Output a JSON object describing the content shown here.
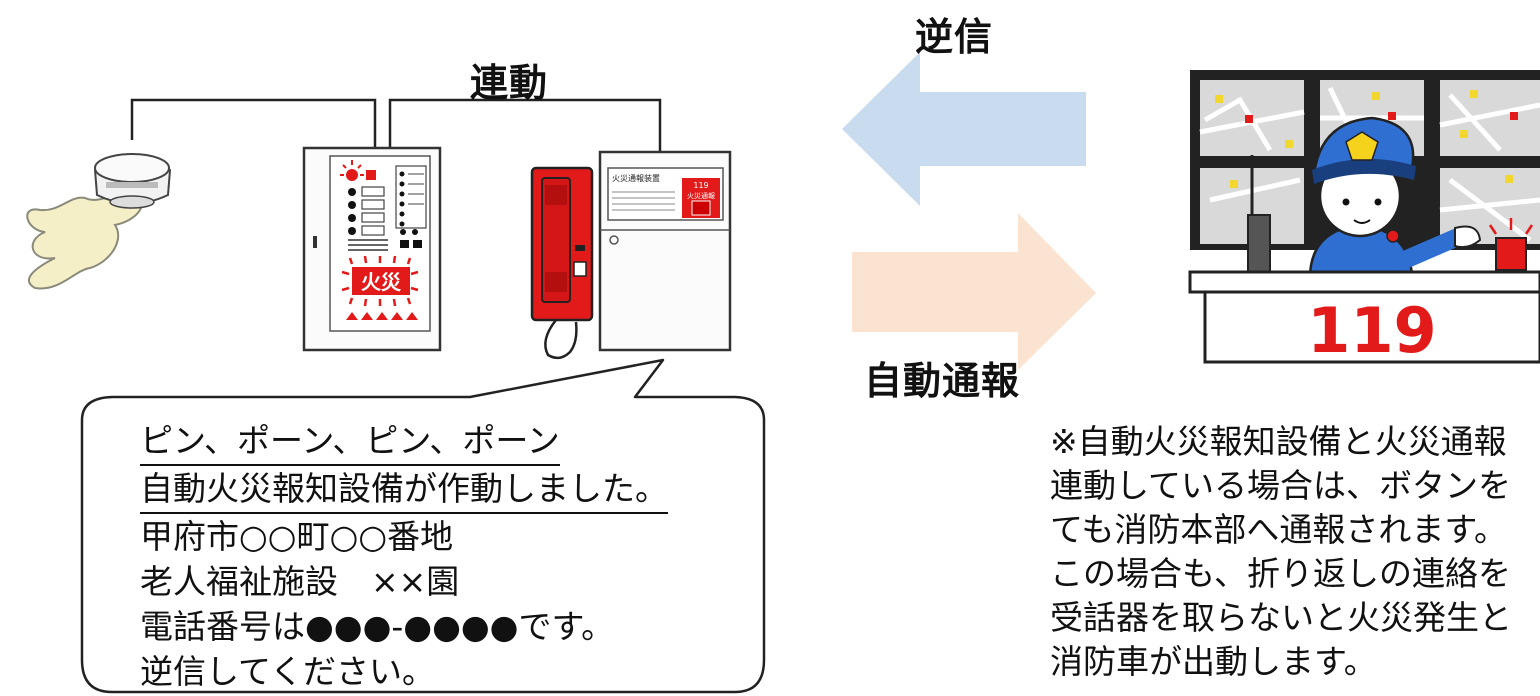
{
  "labels": {
    "interlock": "連動",
    "reverse": "逆信",
    "auto_report": "自動通報"
  },
  "panel": {
    "fire_label": "火災"
  },
  "notifier": {
    "title": "火災通報装置",
    "button_number": "119",
    "button_label": "火災通報"
  },
  "dispatch": {
    "number": "119"
  },
  "bubble": {
    "lines": [
      "ピン、ポーン、ピン、ポーン",
      "自動火災報知設備が作動しました。",
      "甲府市○○町○○番地",
      "老人福祉施設　××園",
      "電話番号は●●●-●●●●です。",
      "逆信してください。"
    ]
  },
  "note": {
    "lines": [
      "※自動火災報知設備と火災通報",
      "連動している場合は、ボタンを",
      "ても消防本部へ通報されます。",
      "この場合も、折り返しの連絡を",
      "受話器を取らないと火災発生と",
      "消防車が出動します。"
    ]
  },
  "colors": {
    "arrow_reverse": "#c9dcef",
    "arrow_auto": "#fbe3d1",
    "alarm_red": "#e31a1a",
    "smoke": "#f4efc7",
    "uniform_blue": "#2f6fd1"
  }
}
